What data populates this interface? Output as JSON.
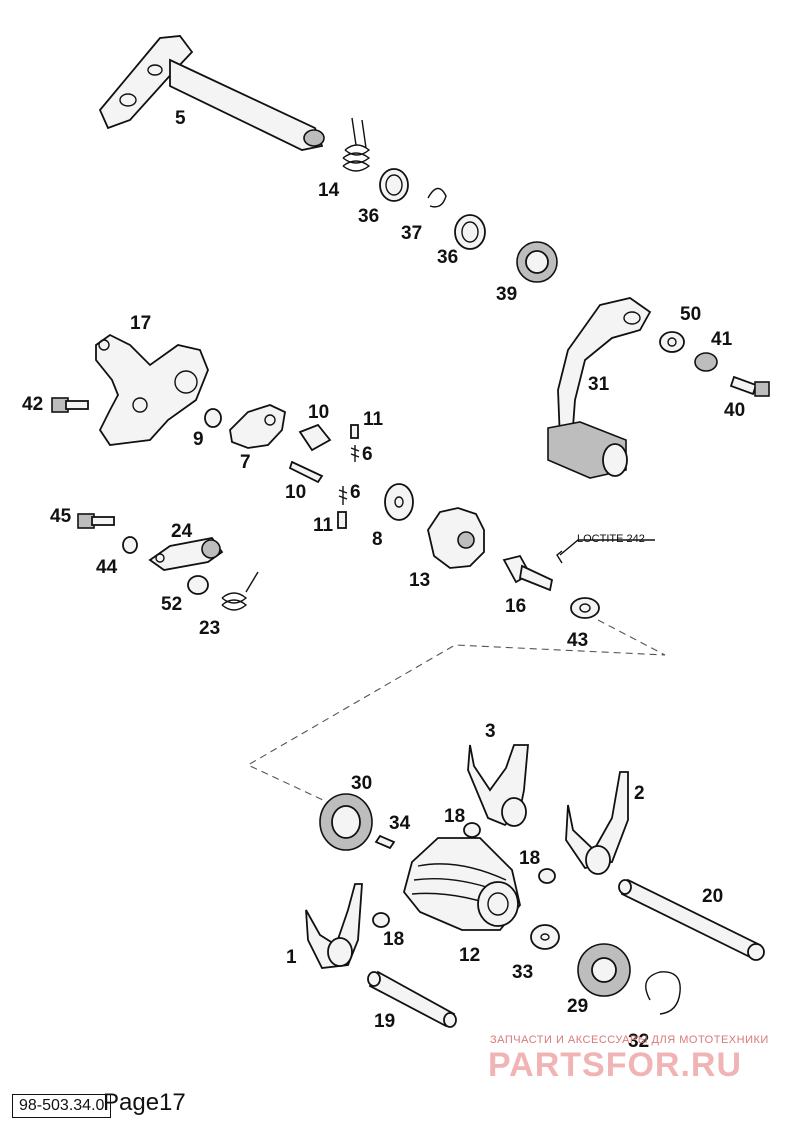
{
  "diagram": {
    "part_labels": {
      "p5": "5",
      "p14": "14",
      "p36a": "36",
      "p37": "37",
      "p36b": "36",
      "p39": "39",
      "p17": "17",
      "p42": "42",
      "p9": "9",
      "p7": "7",
      "p10a": "10",
      "p11a": "11",
      "p6a": "6",
      "p10b": "10",
      "p6b": "6",
      "p11b": "11",
      "p8": "8",
      "p13": "13",
      "p16": "16",
      "p43": "43",
      "p50": "50",
      "p41": "41",
      "p31": "31",
      "p40": "40",
      "p45": "45",
      "p24": "24",
      "p44": "44",
      "p52": "52",
      "p23": "23",
      "p3": "3",
      "p2": "2",
      "p30": "30",
      "p34": "34",
      "p18a": "18",
      "p18b": "18",
      "p18c": "18",
      "p20": "20",
      "p1": "1",
      "p12": "12",
      "p33": "33",
      "p29": "29",
      "p19": "19",
      "p32": "32"
    },
    "annotation": "LOCTITE 242"
  },
  "footer": {
    "doc_number": "98-503.34.0",
    "page": "Page17"
  },
  "watermark": {
    "tagline": "ЗАПЧАСТИ И АКСЕССУАРЫ ДЛЯ МОТОТЕХНИКИ",
    "brand": "PARTSFOR.RU"
  }
}
